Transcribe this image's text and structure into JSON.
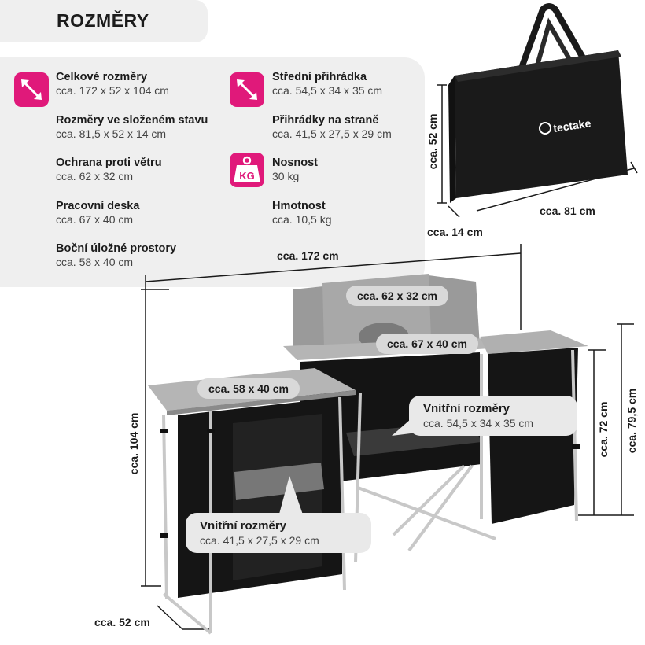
{
  "header": {
    "title": "ROZMĚRY"
  },
  "specs": [
    {
      "label": "Celkové rozměry",
      "value": "cca. 172 x 52 x 104 cm",
      "icon": "diagonal-arrow-icon"
    },
    {
      "label": "Rozměry ve složeném stavu",
      "value": "cca. 81,5 x 52 x 14 cm"
    },
    {
      "label": "Ochrana proti větru",
      "value": "cca. 62 x 32 cm"
    },
    {
      "label": "Pracovní deska",
      "value": "cca. 67 x 40 cm"
    },
    {
      "label": "Boční úložné prostory",
      "value": "cca. 58 x 40 cm"
    },
    {
      "label": "Střední přihrádka",
      "value": "cca. 54,5 x 34 x 35 cm",
      "icon": "diagonal-arrow-icon"
    },
    {
      "label": "Přihrádky na straně",
      "value": "cca. 41,5 x 27,5 x 29 cm"
    },
    {
      "label": "Nosnost",
      "value": "30 kg",
      "icon": "weight-kg-icon",
      "icon_text": "KG"
    },
    {
      "label": "Hmotnost",
      "value": "cca. 10,5 kg"
    }
  ],
  "bag": {
    "brand": "tectake",
    "height": "cca. 52 cm",
    "width": "cca. 81 cm",
    "depth": "cca. 14 cm"
  },
  "kitchen": {
    "total_width": "cca. 172 cm",
    "windscreen": "cca. 62 x 32 cm",
    "worktop": "cca. 67 x 40 cm",
    "side_top": "cca. 58 x 40 cm",
    "height_total": "cca. 104 cm",
    "depth": "cca. 52 cm",
    "height_right_low": "cca. 72 cm",
    "height_right_high": "cca. 79,5 cm",
    "inner_middle": {
      "label": "Vnitřní rozměry",
      "value": "cca. 54,5 x 34 x 35 cm"
    },
    "inner_side": {
      "label": "Vnitřní rozměry",
      "value": "cca. 41,5 x 27,5 x 29 cm"
    }
  },
  "colors": {
    "accent": "#e0197a",
    "panel": "#efefef",
    "product": "#1a1a1a",
    "frame": "#c8c8c8"
  }
}
